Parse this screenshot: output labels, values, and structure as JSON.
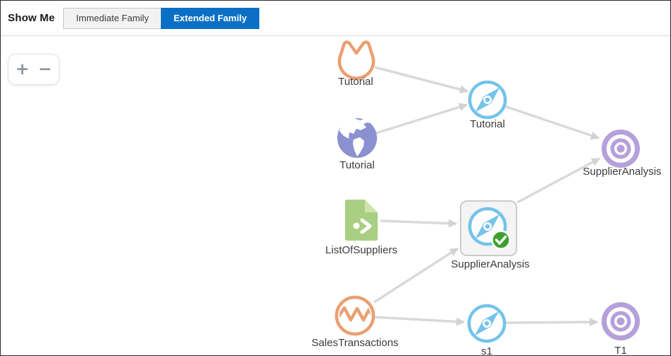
{
  "header": {
    "show_me_label": "Show Me",
    "immediate_family_label": "Immediate Family",
    "extended_family_label": "Extended Family",
    "selected_toggle": "Extended Family"
  },
  "zoom_controls": {
    "zoom_in_label": "+",
    "zoom_out_label": "−"
  },
  "colors": {
    "accent_blue": "#0b70c5",
    "workbook_blue": "#74c3ea",
    "dataset_orange": "#eb9f72",
    "target_purple": "#b5a0da",
    "map_purple": "#8a91ce",
    "file_green": "#a9cf83",
    "file_fold_green": "#cde5ac",
    "check_green": "#3fa02e",
    "edge_gray": "#d9d9d9"
  },
  "graph": {
    "nodes": [
      {
        "id": "tutorial-dataset",
        "label": "Tutorial",
        "type": "dataset-wave",
        "icon": "wave-bowl-icon"
      },
      {
        "id": "tutorial-map",
        "label": "Tutorial",
        "type": "map",
        "icon": "globe-icon"
      },
      {
        "id": "tutorial-workbook",
        "label": "Tutorial",
        "type": "workbook",
        "icon": "compass-icon"
      },
      {
        "id": "supplier-analysis-target",
        "label": "SupplierAnalysis",
        "type": "target",
        "icon": "bullseye-icon"
      },
      {
        "id": "list-of-suppliers",
        "label": "ListOfSuppliers",
        "type": "data-file",
        "icon": "file-arrow-icon"
      },
      {
        "id": "supplier-analysis-workbook",
        "label": "SupplierAnalysis",
        "type": "workbook-selected",
        "icon": "compass-check-icon",
        "selected": true
      },
      {
        "id": "sales-transactions",
        "label": "SalesTransactions",
        "type": "dataset",
        "icon": "circle-wave-icon"
      },
      {
        "id": "s1",
        "label": "s1",
        "type": "workbook",
        "icon": "compass-icon"
      },
      {
        "id": "t1",
        "label": "T1",
        "type": "target",
        "icon": "bullseye-icon"
      }
    ],
    "edges": [
      {
        "from": "tutorial-dataset",
        "to": "tutorial-workbook"
      },
      {
        "from": "tutorial-map",
        "to": "tutorial-workbook"
      },
      {
        "from": "tutorial-workbook",
        "to": "supplier-analysis-target"
      },
      {
        "from": "list-of-suppliers",
        "to": "supplier-analysis-workbook"
      },
      {
        "from": "sales-transactions",
        "to": "supplier-analysis-workbook"
      },
      {
        "from": "supplier-analysis-workbook",
        "to": "supplier-analysis-target"
      },
      {
        "from": "sales-transactions",
        "to": "s1"
      },
      {
        "from": "s1",
        "to": "t1"
      }
    ]
  }
}
